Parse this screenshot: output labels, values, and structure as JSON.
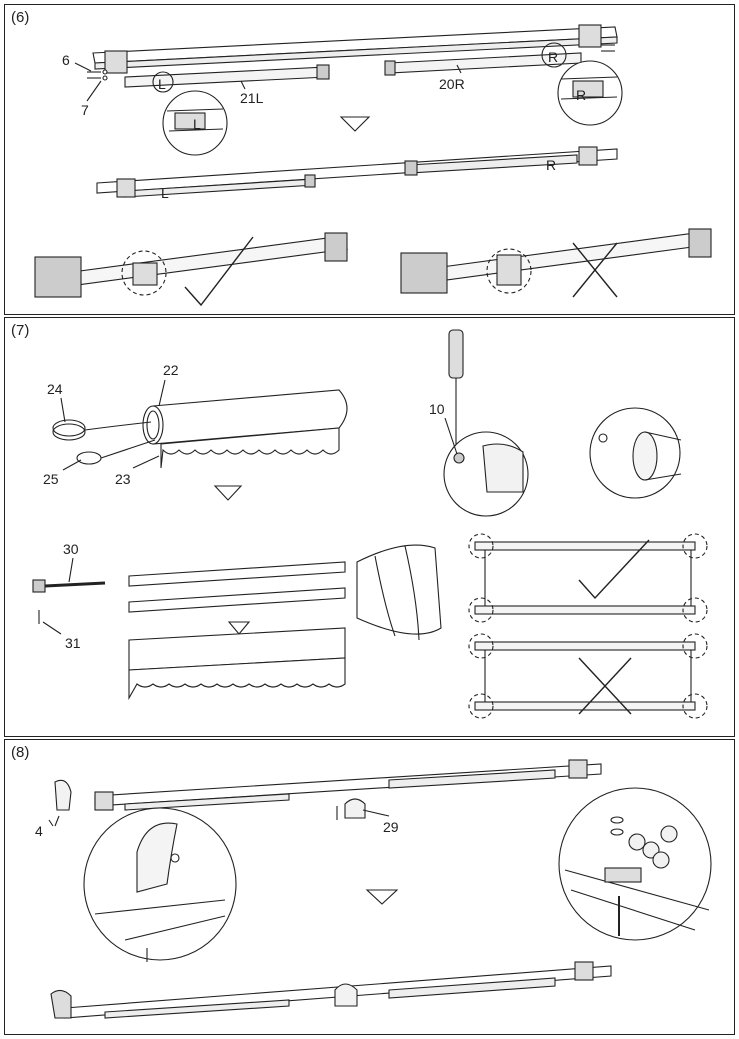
{
  "steps": [
    {
      "label": "(6)",
      "callouts": {
        "c6": "6",
        "c7": "7",
        "c21L": "21L",
        "c20R": "20R"
      },
      "marks": {
        "L": "L",
        "R": "R"
      }
    },
    {
      "label": "(7)",
      "callouts": {
        "c22": "22",
        "c24": "24",
        "c25": "25",
        "c23": "23",
        "c10": "10",
        "c30": "30",
        "c31": "31"
      }
    },
    {
      "label": "(8)",
      "callouts": {
        "c4": "4",
        "c29": "29"
      }
    }
  ]
}
